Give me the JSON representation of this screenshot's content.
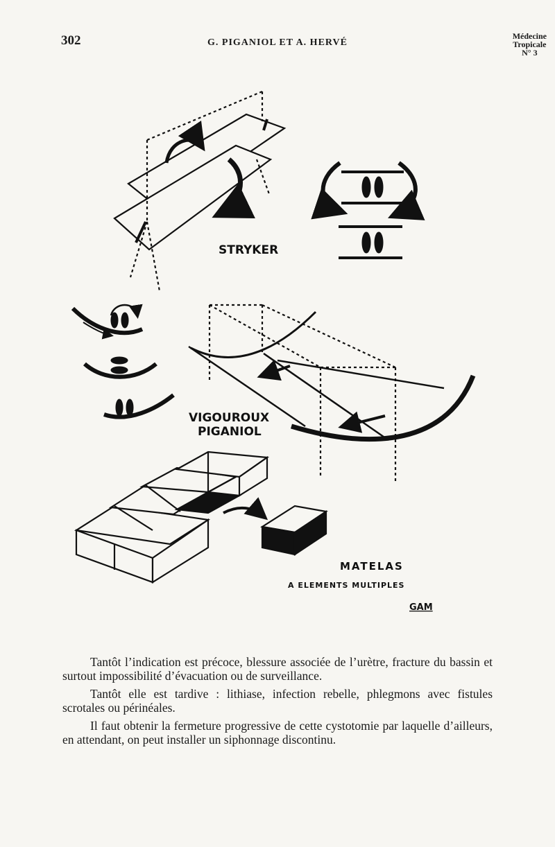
{
  "header": {
    "page_number": "302",
    "running_title": "G. PIGANIOL ET A. HERVÉ",
    "journal_lines": [
      "Médecine",
      "Tropicale",
      "N° 3"
    ]
  },
  "figure": {
    "label_stryker": "STRYKER",
    "label_vigouroux": "VIGOUROUX",
    "label_piganiol": "PIGANIOL",
    "label_matelas": "MATELAS",
    "label_elements": "A  ELEMENTS  MULTIPLES",
    "signature": "GAM"
  },
  "paragraphs": [
    "Tantôt l’indication est précoce, blessure associée de l’urètre, fracture du bassin et surtout impossibilité d’évacuation ou de surveillance.",
    "Tantôt elle est tardive : lithiase, infection rebelle, phlegmons avec fistules scrotales ou périnéales.",
    "Il faut obtenir la fermeture progressive de cette cystotomie par laquelle d’ailleurs, en attendant, on peut installer un siphonnage discontinu."
  ]
}
